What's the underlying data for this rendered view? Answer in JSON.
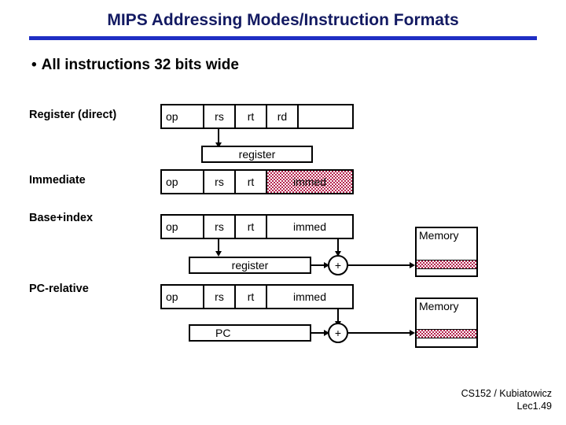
{
  "slide": {
    "title": "MIPS Addressing Modes/Instruction Formats",
    "bullet_marker": "•",
    "bullet_text": "All instructions 32 bits wide",
    "accent_color": "#1f2ec4",
    "title_color": "#131a62",
    "hatch_color": "#b5264f"
  },
  "rows": {
    "register_direct": {
      "label": "Register (direct)",
      "fields": [
        {
          "name": "op",
          "text": "op"
        },
        {
          "name": "rs",
          "text": "rs"
        },
        {
          "name": "rt",
          "text": "rt"
        },
        {
          "name": "rd",
          "text": "rd"
        },
        {
          "name": "blank",
          "text": ""
        }
      ],
      "target_box": "register"
    },
    "immediate": {
      "label": "Immediate",
      "fields": [
        {
          "name": "op",
          "text": "op"
        },
        {
          "name": "rs",
          "text": "rs"
        },
        {
          "name": "rt",
          "text": "rt"
        },
        {
          "name": "immed",
          "text": "immed"
        }
      ]
    },
    "base_index": {
      "label": "Base+index",
      "fields": [
        {
          "name": "op",
          "text": "op"
        },
        {
          "name": "rs",
          "text": "rs"
        },
        {
          "name": "rt",
          "text": "rt"
        },
        {
          "name": "immed",
          "text": "immed"
        }
      ],
      "target_box": "register",
      "adder": "+",
      "memory_label": "Memory"
    },
    "pc_relative": {
      "label": "PC-relative",
      "fields": [
        {
          "name": "op",
          "text": "op"
        },
        {
          "name": "rs",
          "text": "rs"
        },
        {
          "name": "rt",
          "text": "rt"
        },
        {
          "name": "immed",
          "text": "immed"
        }
      ],
      "target_box": "PC",
      "adder": "+",
      "memory_label": "Memory"
    }
  },
  "footer": {
    "course": "CS152 / Kubiatowicz",
    "lecture": "Lec1.49"
  }
}
